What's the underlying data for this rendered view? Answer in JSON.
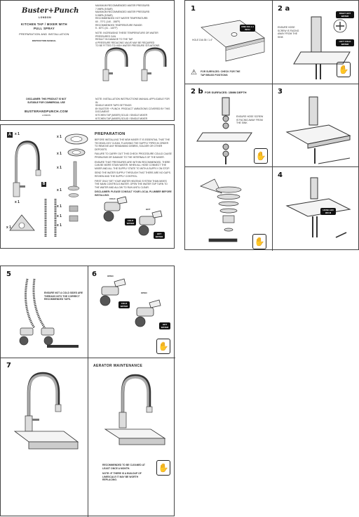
{
  "cover": {
    "brand": "Buster+Punch",
    "brand_sub": "LONDON",
    "title": "KITCHEN TAP / MIXER WITH PULL SPRAY",
    "subtitle": "PREPARATION AND INSTALLATION",
    "manual_label": "INSTRUCTION MANUAL",
    "spec_lines": [
      "MAXIMUM RECOMMENDED WATER PRESSURE:",
      "7.0MPA (5 BAR)",
      "MAXIMUM RECOMMENDED WATER PRESSURE:",
      "5.0MPA (5 BAR)",
      "RECOMMENDED HOT WATER TEMPERATURE:",
      "60 - 70°C (140 - 158°F)",
      "RECOMMENDED TEMPERATURE RANGE:",
      "5 - 60°C (41 - 140°F)"
    ],
    "note_lines": [
      "NOTE: INCREASING THESE TEMPERATURE OR WATER PRESSURES CAN",
      "RESULT IN DAMAGE TO THE TAP.",
      "A PRESSURE REDUCING VALVE MAY BE REQUIRED",
      "TO BE FITTED TO HIGH WATER PRESSURE SITUATIONS."
    ],
    "disclaimer": "DISCLAIMER: THIS PRODUCT IS NOT SUITABLE FOR COMMERCIAL USE",
    "website": "BUSTERANDPUNCH.COM",
    "website_sub": "LONDON",
    "important_lines": [
      "NOTE: INSTALLATION INSTRUCTIONS MANUAL APPLICABLE FOR IN",
      "SINGLE MIXER TAPS SETTINGS",
      "BY BUSTER + PUNCH. PRODUCT VARIATIONS COVERED BY THIS",
      "DOCUMENT:",
      "KITCHEN TAP (MIXER) SOLID / SINGLE MIXER",
      "KITCHEN TAP (MIXER) SOLID / SINGLE MIXER"
    ]
  },
  "steps": {
    "s1": "1",
    "s2a": "2 a",
    "s2b": "2 b",
    "s2b_title": "FOR SURFACES: 15MM DEPTH",
    "s3": "3",
    "s4": "4",
    "s5": "5",
    "s6": "6",
    "s7": "7",
    "aerator": "AERATOR MAINTENANCE"
  },
  "step1": {
    "hole_label": "HOLE DIA 35 / 1.4\"",
    "tag": "ONE DIA 1.4 INCH",
    "caution": "FOR SURFACES: CHECK FOR THE TAP BRASS POSITIONS"
  },
  "step2a": {
    "tag_hot": "RIGHT HOT WATER",
    "tag_cold": "LEFT COLD WATER",
    "note": "ENSURE HOSE SCREW IS FACING AWAY FROM THE SINK"
  },
  "step2b": {
    "note": "ENSURE HOSE SCREW IS FACING AWAY FROM THE SINK"
  },
  "step4": {
    "tag": "HOSE LEN 900 M"
  },
  "prep": {
    "title": "PREPARATION",
    "label_a": "A",
    "label_b": "B",
    "qty": [
      "x 1",
      "x 1",
      "x 1",
      "x 1",
      "x 1",
      "x 1",
      "x 1",
      "x 1",
      "x 1",
      "x 1"
    ],
    "paragraphs": [
      "BEFORE INSTALLING THE NEW MIXER IT IS ESSENTIAL THAT THE TECHNOLOGY CLEAN, FLUSHING THE SUPPLY PIPES IN ORDER TO REMOVE ANY REMAINING DEBRIS, SOLDER OR OTHER DEPOSITS.",
      "FAILURE TO CARRY OUT THIS CHECK PROCEDURE COULD CAUSE PROBLEMS OR DAMAGE TO THE INTERNALS OF THE MIXER.",
      "ENSURE THAT PRESSURES ARE WITHIN RECOMMENDED. THERE CAN BE MORE STAIN WATER. WHEN ALL HOSE CONNECT THE MIXER AND ALL THE SUPPLY STATE TO WITH A SUPPLY ON STOP.",
      "SEND THE WATER SUPPLY THROUGH THAT THERE ARE NO GAPS. REVIEW AND THE SUPPLY CONTROL.",
      "FIRST ONLY SET YOUR WATER HEATING SYSTEM THAN MIXES THE MAIN CONTROLS WATER. OPEN THE WATER TAP TURN TO THE WATER AND ALLOW TO RUN UNTIL CLEAR.",
      "DISCLAIMER: PLEASE CONSULT YOUR LOCAL PLUMBER BEFORE INSTALLING."
    ],
    "tag_cold": "COLD WATER",
    "tag_hot": "HOT WATER",
    "cold_label": "COLD",
    "hot_label": "HOT"
  },
  "step5": {
    "note": "ENSURE NOT A COLD SIDES ARE THREADS INTO THE CORRECT RECOMMENDED TAPS."
  },
  "step6": {
    "open_label": "OPEN",
    "tag_cold": "COLD WATER",
    "tag_hot": "HOT WATER"
  },
  "aerator": {
    "note": "RECOMMENDED TO BE CLEANED AT LEAST ONCE A MONTH.",
    "note2": "NOTE: IF THERE IS A BUILDUP OF LIMESCALE IT MAY BE WORTH REPLACING."
  }
}
